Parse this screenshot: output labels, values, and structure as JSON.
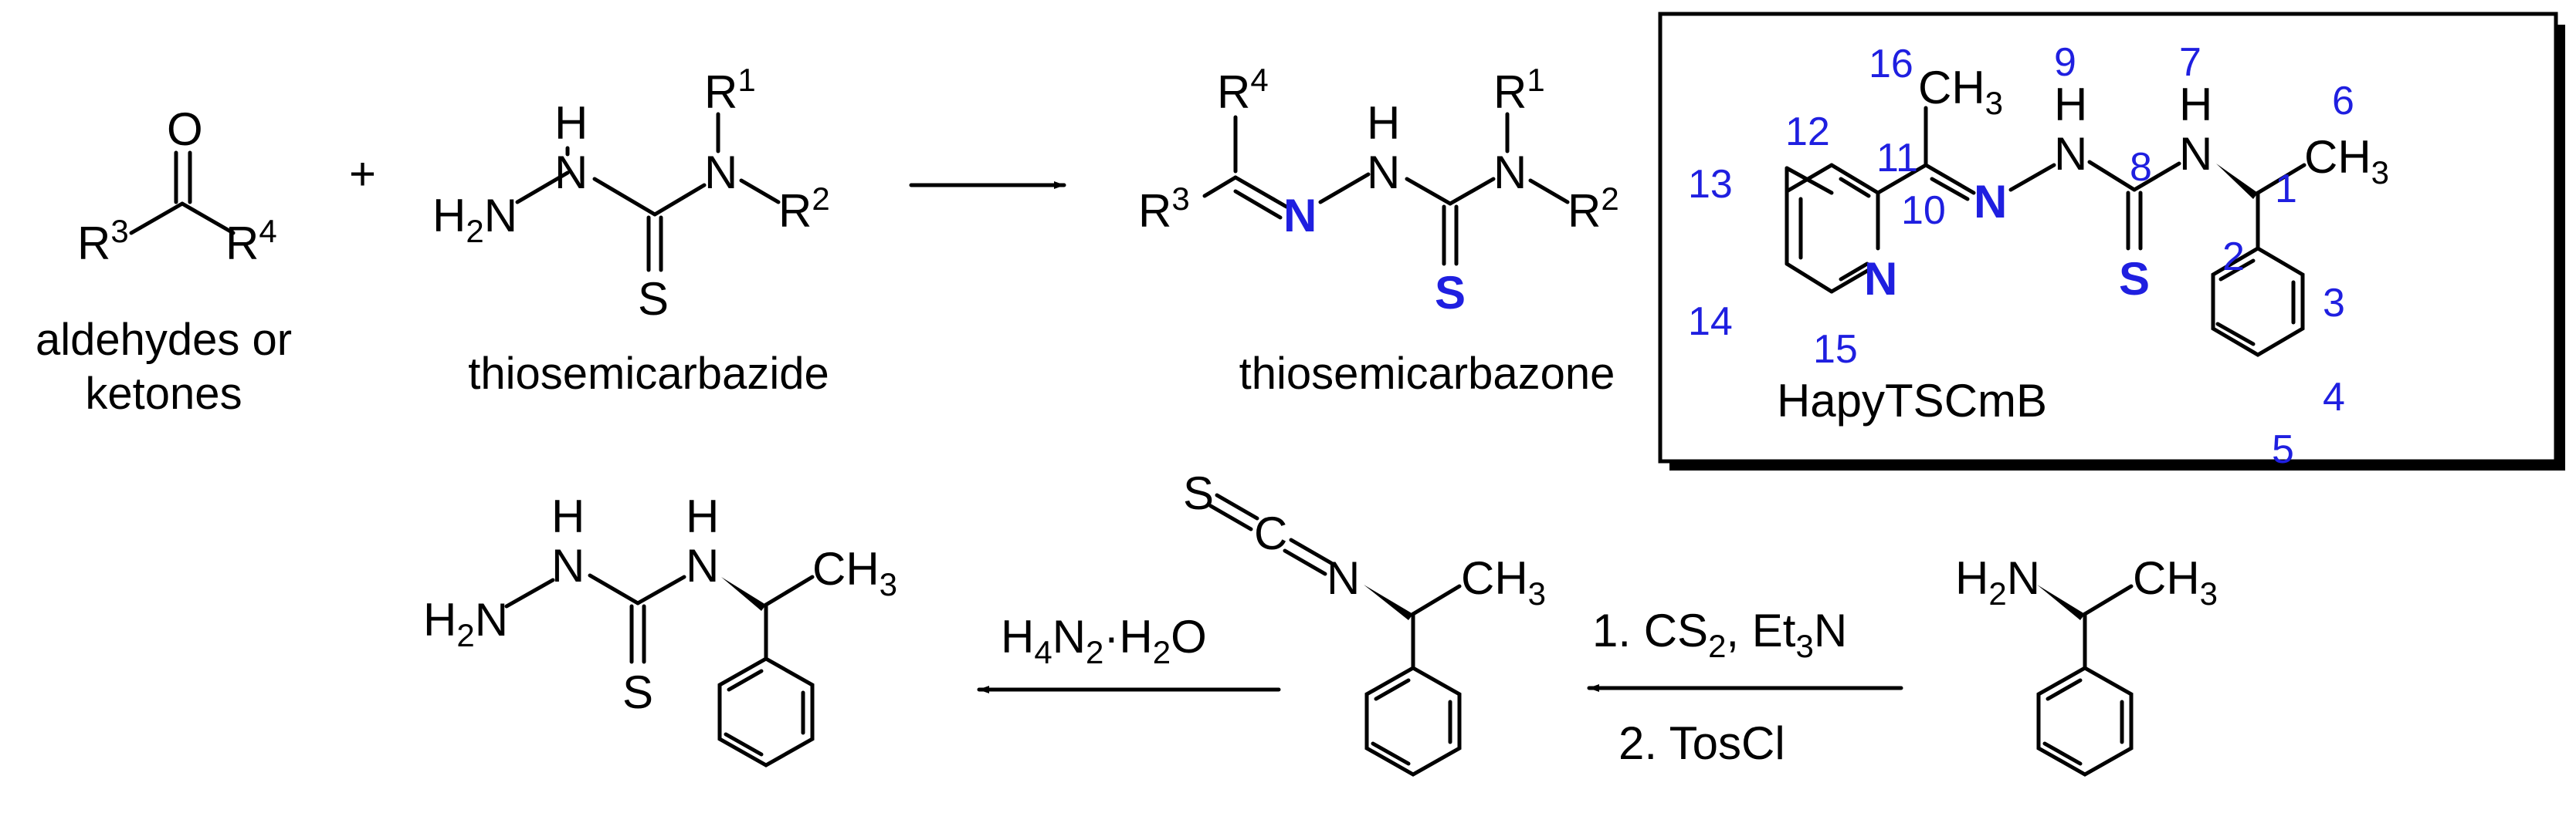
{
  "top": {
    "carbonyl": {
      "O": "O",
      "R3": "R",
      "R3_sup": "3",
      "R4": "R",
      "R4_sup": "4",
      "caption_1": "aldehydes or",
      "caption_2": "ketones"
    },
    "plus": "+",
    "thiosemicarbazide": {
      "H2N": "H",
      "H2N_sub": "2",
      "H2N_N": "N",
      "NH_H": "H",
      "NH_N": "N",
      "NR_N": "N",
      "R1": "R",
      "R1_sup": "1",
      "R2": "R",
      "R2_sup": "2",
      "S": "S",
      "caption": "thiosemicarbazide"
    },
    "thiosemicarbazone": {
      "R4": "R",
      "R4_sup": "4",
      "R3": "R",
      "R3_sup": "3",
      "N_blue": "N",
      "NH_H": "H",
      "NH_N": "N",
      "NR_N": "N",
      "R1": "R",
      "R1_sup": "1",
      "R2": "R",
      "R2_sup": "2",
      "S_blue": "S",
      "caption": "thiosemicarbazone"
    },
    "box": {
      "CH3_top": "CH",
      "CH3_top_sub": "3",
      "N_imine": "N",
      "N_pyridine": "N",
      "NH9_H": "H",
      "NH9_N": "N",
      "NH7_H": "H",
      "NH7_N": "N",
      "S": "S",
      "CH3_right": "CH",
      "CH3_right_sub": "3",
      "name": "HapyTSCmB",
      "numbers": [
        "1",
        "2",
        "3",
        "4",
        "5",
        "6",
        "7",
        "8",
        "9",
        "10",
        "11",
        "12",
        "13",
        "14",
        "15",
        "16"
      ]
    }
  },
  "bottom": {
    "product": {
      "H2N": "H",
      "H2N_sub": "2",
      "H2N_N": "N",
      "NH1_H": "H",
      "NH1_N": "N",
      "NH2_H": "H",
      "NH2_N": "N",
      "CH3": "CH",
      "CH3_sub": "3",
      "S": "S"
    },
    "arrow1": {
      "H4N2_H": "H",
      "H4N2_4": "4",
      "H4N2_N": "N",
      "H4N2_2": "2",
      "dot": "·",
      "H2O_H": "H",
      "H2O_2": "2",
      "H2O_O": "O"
    },
    "isothiocyanate": {
      "S": "S",
      "C": "C",
      "N": "N",
      "CH3": "CH",
      "CH3_sub": "3"
    },
    "arrow2": {
      "step1": "1. CS",
      "step1_sub": "2",
      "step1_b": ", Et",
      "step1_sub2": "3",
      "step1_c": "N",
      "step2": "2. TosCl"
    },
    "amine": {
      "H2N": "H",
      "H2N_sub": "2",
      "H2N_N": "N",
      "CH3": "CH",
      "CH3_sub": "3"
    }
  },
  "colors": {
    "highlight": "#1f1fe0",
    "ink": "#000000"
  }
}
